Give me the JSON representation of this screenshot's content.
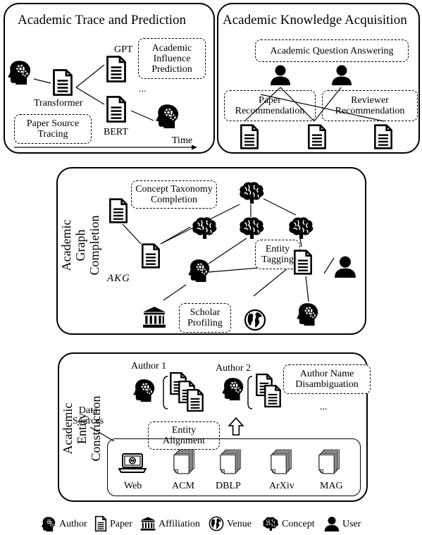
{
  "top_left": {
    "title": "Academic Trace and Prediction",
    "gpt": "GPT",
    "influence": "Academic Influence Prediction",
    "transformer": "Transformer",
    "bert": "BERT",
    "source_tracing": "Paper Source Tracing",
    "ellipsis": "...",
    "time": "Time"
  },
  "top_right": {
    "title": "Academic Knowledge Acquisition",
    "qa": "Academic Question Answering",
    "paper_rec": "Paper Recommendation",
    "reviewer_rec": "Reviewer Recommendation"
  },
  "middle": {
    "title": "Academic Graph Completion",
    "taxonomy": "Concept Taxonomy Completion",
    "entity_tagging": "Entity Tagging",
    "akg": "AKG",
    "scholar": "Scholar Profiling"
  },
  "bottom": {
    "title": "Academic Entity Construction",
    "author1": "Author 1",
    "author2": "Author 2",
    "name_disamb": "Author Name Disambiguation",
    "ellipsis": "...",
    "data_sources": "Data Sources",
    "alignment": "Entity Alignment",
    "sources": [
      "Web",
      "ACM",
      "DBLP",
      "ArXiv",
      "MAG"
    ]
  },
  "legend": {
    "author": "Author",
    "paper": "Paper",
    "affiliation": "Affiliation",
    "venue": "Venue",
    "concept": "Concept",
    "user": "User"
  }
}
